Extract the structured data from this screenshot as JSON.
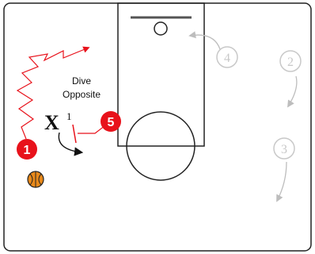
{
  "play": {
    "label_line1": "Dive",
    "label_line2": "Opposite"
  },
  "defender": {
    "letter": "X",
    "number": "1"
  },
  "players": [
    {
      "id": "p1",
      "number": "1",
      "style": "active"
    },
    {
      "id": "p5",
      "number": "5",
      "style": "active"
    },
    {
      "id": "p2",
      "number": "2",
      "style": "faded"
    },
    {
      "id": "p3",
      "number": "3",
      "style": "faded"
    },
    {
      "id": "p4",
      "number": "4",
      "style": "faded"
    }
  ],
  "colors": {
    "active_player": "#e8121b",
    "faded_player": "#c8c8c8",
    "cut_line": "#e8121b",
    "court_line": "#222222",
    "ball": "#e8891a"
  },
  "icons": {
    "ball": "basketball-icon"
  }
}
